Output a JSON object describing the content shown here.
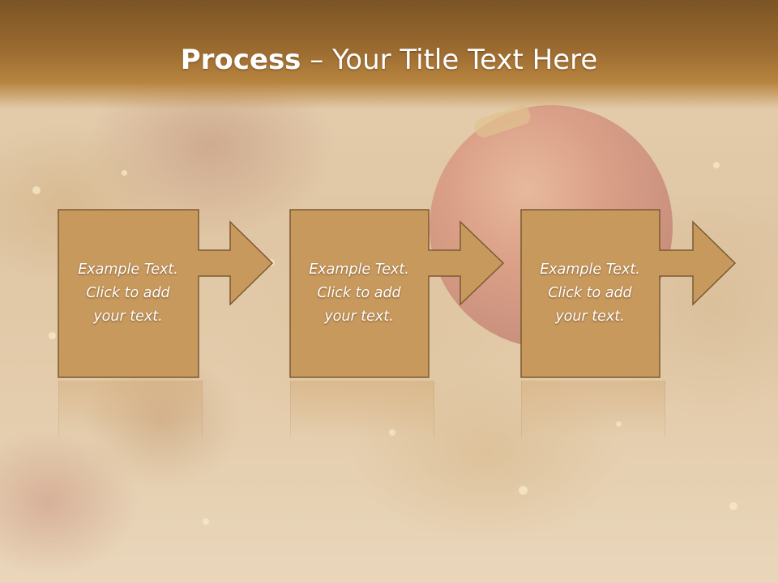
{
  "slide": {
    "title_bold": "Process",
    "title_rest": " – Your Title Text Here"
  },
  "steps": [
    {
      "text": "Example Text.\nClick  to add\nyour text."
    },
    {
      "text": "Example Text.\nClick  to add\nyour text."
    },
    {
      "text": "Example Text.\nClick  to add\nyour text."
    }
  ],
  "colors": {
    "box_fill": "#c8995d",
    "box_stroke": "#7a5a33",
    "title_bar": "#9a6a30",
    "text": "#ffffff"
  }
}
